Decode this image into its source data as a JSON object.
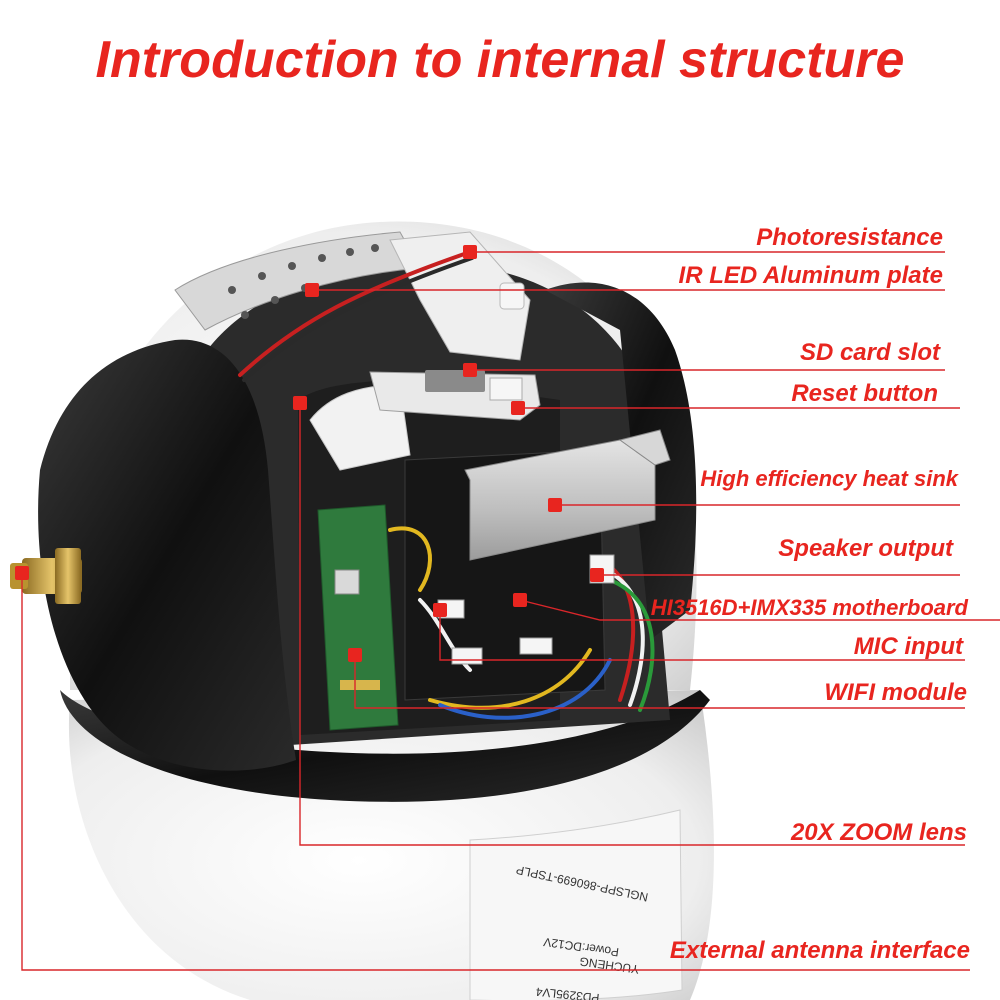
{
  "title": "Introduction to internal structure",
  "colors": {
    "accent": "#e8251f",
    "leader": "#d9262a",
    "shell": "#f4f4f4",
    "rim": "#1a1a1a",
    "pcb_green": "#2f7a3d",
    "board_black": "#1c1c1c",
    "heatsink": "#c9c9c9",
    "brass": "#c9a24a"
  },
  "labels": [
    {
      "id": "photoresistance",
      "text": "Photoresistance"
    },
    {
      "id": "ir-led-plate",
      "text": "IR LED Aluminum plate"
    },
    {
      "id": "sd-card-slot",
      "text": "SD card slot"
    },
    {
      "id": "reset-button",
      "text": "Reset button"
    },
    {
      "id": "heat-sink",
      "text": "High efficiency heat sink"
    },
    {
      "id": "speaker-output",
      "text": "Speaker output"
    },
    {
      "id": "motherboard",
      "text": "HI3516D+IMX335 motherboard"
    },
    {
      "id": "mic-input",
      "text": "MIC input"
    },
    {
      "id": "wifi-module",
      "text": "WIFI module"
    },
    {
      "id": "zoom-lens",
      "text": "20X ZOOM lens"
    },
    {
      "id": "antenna-interface",
      "text": "External antenna interface"
    }
  ],
  "sticker": {
    "line1": "NGLSPP-860699-TSPLP",
    "line2": "YUCHENG",
    "line3": "PD3295LV4",
    "line4": "Power:DC12V"
  }
}
